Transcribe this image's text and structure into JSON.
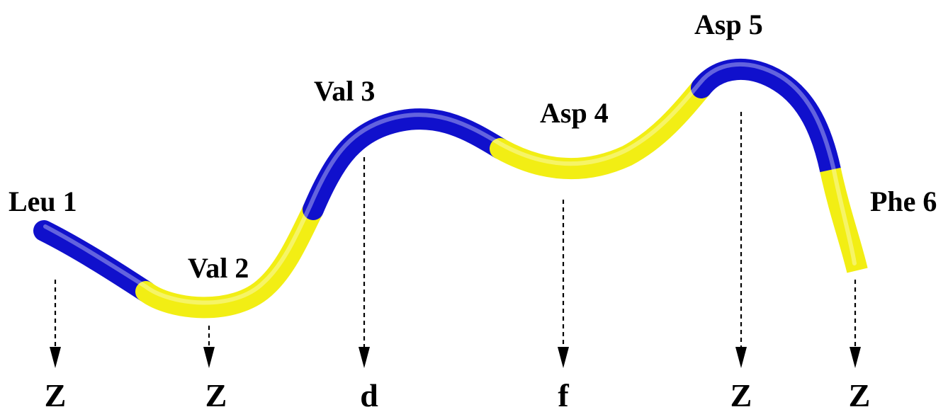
{
  "colors": {
    "blue": "#1010cc",
    "yellow": "#f2ee14",
    "background": "#ffffff",
    "text": "#000000"
  },
  "residues": [
    {
      "label": "Leu 1",
      "code": "Z",
      "segment_color": "blue"
    },
    {
      "label": "Val 2",
      "code": "Z",
      "segment_color": "yellow"
    },
    {
      "label": "Val 3",
      "code": "d",
      "segment_color": "blue"
    },
    {
      "label": "Asp 4",
      "code": "f",
      "segment_color": "yellow"
    },
    {
      "label": "Asp 5",
      "code": "Z",
      "segment_color": "blue"
    },
    {
      "label": "Phe 6",
      "code": "Z",
      "segment_color": "yellow"
    }
  ]
}
